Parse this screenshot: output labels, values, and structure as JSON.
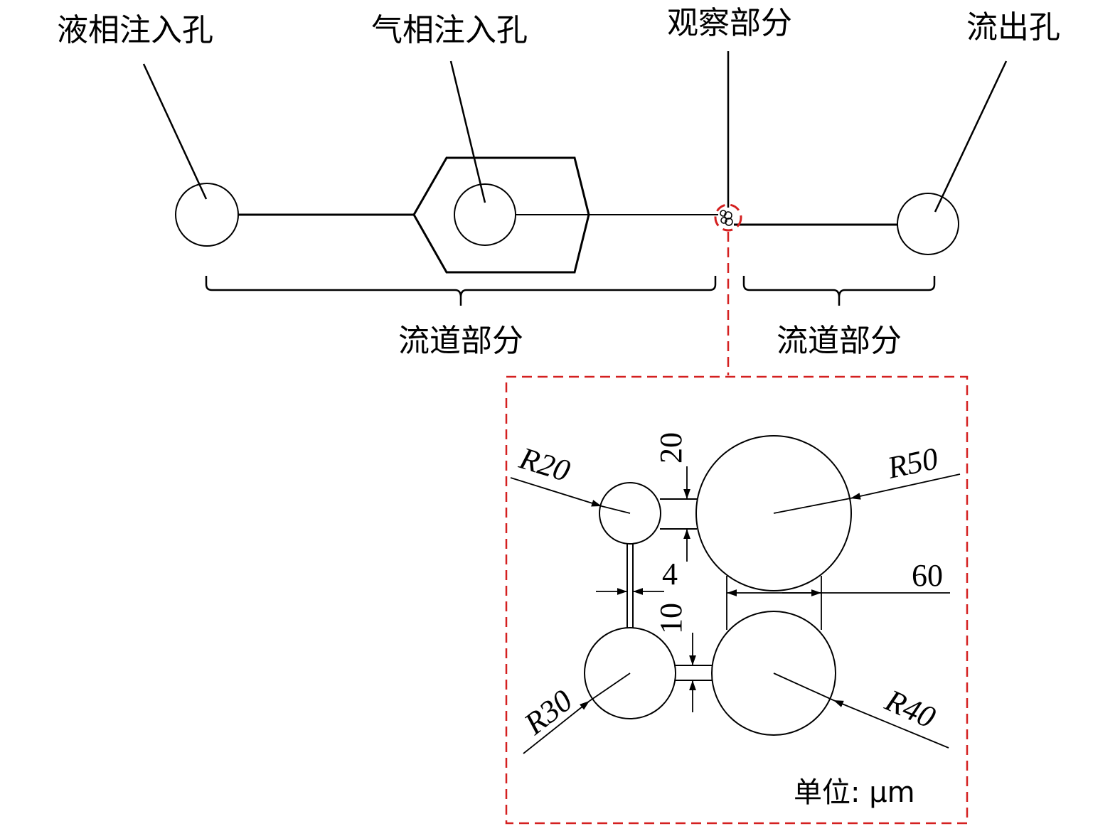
{
  "labels": {
    "liquid_inlet": "液相注入孔",
    "gas_inlet": "气相注入孔",
    "observation": "观察部分",
    "outlet": "流出孔",
    "channel_left": "流道部分",
    "channel_right": "流道部分"
  },
  "detail": {
    "r20": "R20",
    "r50": "R50",
    "r30": "R30",
    "r40": "R40",
    "dim_20": "20",
    "dim_4": "4",
    "dim_10": "10",
    "dim_60": "60",
    "unit": "单位: μm"
  },
  "colors": {
    "line": "#000000",
    "highlight": "#d42020"
  }
}
